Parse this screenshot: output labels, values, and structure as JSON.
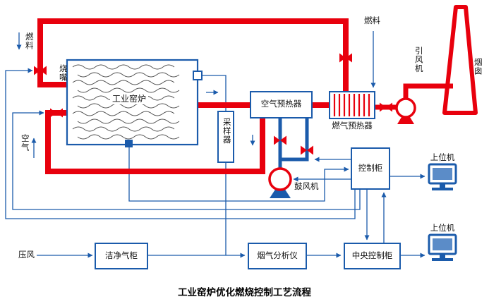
{
  "title": "工业窑炉优化燃烧控制工艺流程",
  "colors": {
    "pipe_red": "#e8000d",
    "signal_blue": "#1b5bab",
    "box_border": "#1b5bab",
    "text": "#111111"
  },
  "nodes": {
    "fuel_left": {
      "label": "燃料"
    },
    "fuel_top": {
      "label": "燃料"
    },
    "burner": {
      "label": "烧嘴"
    },
    "kiln": {
      "label": "工业窑炉"
    },
    "air": {
      "label": "空气"
    },
    "sampler": {
      "label": "采样器"
    },
    "air_preheater": {
      "label": "空气预热器"
    },
    "gas_preheater": {
      "label": "燃气预热器"
    },
    "induced_draft_fan": {
      "label": "引风机"
    },
    "chimney": {
      "label": "烟囱"
    },
    "blower": {
      "label": "鼓风机"
    },
    "control_cabinet": {
      "label": "控制柜"
    },
    "host_computer_top": {
      "label": "上位机"
    },
    "host_computer_bottom": {
      "label": "上位机"
    },
    "compressed_air": {
      "label": "压风"
    },
    "clean_gas_tank": {
      "label": "洁净气柜"
    },
    "flue_gas_analyzer": {
      "label": "烟气分析仪"
    },
    "central_control_cabinet": {
      "label": "中央控制柜"
    }
  }
}
